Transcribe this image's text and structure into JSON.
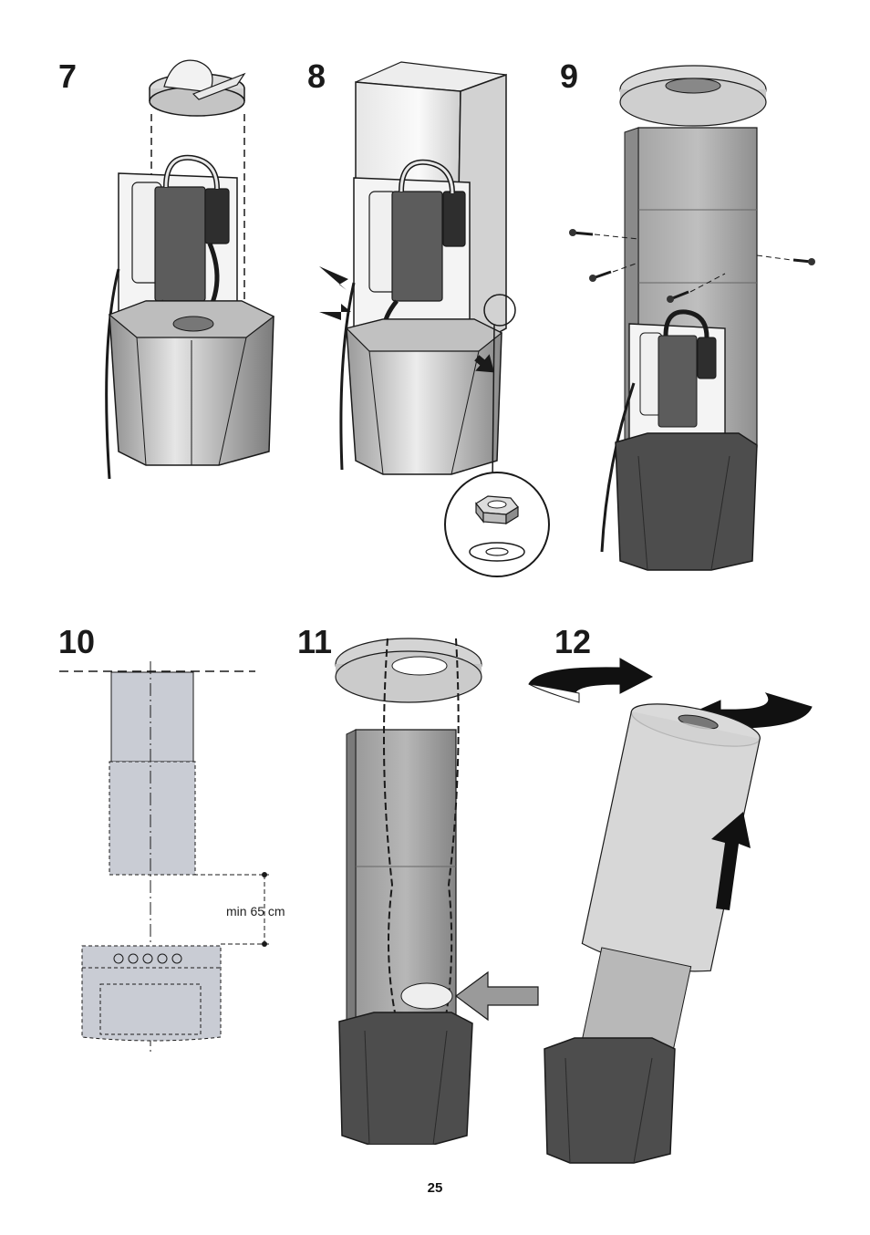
{
  "steps": {
    "s7": "7",
    "s8": "8",
    "s9": "9",
    "s10": "10",
    "s11": "11",
    "s12": "12"
  },
  "dimension_label": "min 65 cm",
  "page_number": "25",
  "colors": {
    "outline": "#1a1a1a",
    "steel_light": "#d9d9d9",
    "steel_mid": "#a8a8a8",
    "steel_dark": "#555555",
    "chimney_grey": "#9a9a9a",
    "panel_blue_grey": "#c9ccd4",
    "arrow_black": "#111111"
  }
}
